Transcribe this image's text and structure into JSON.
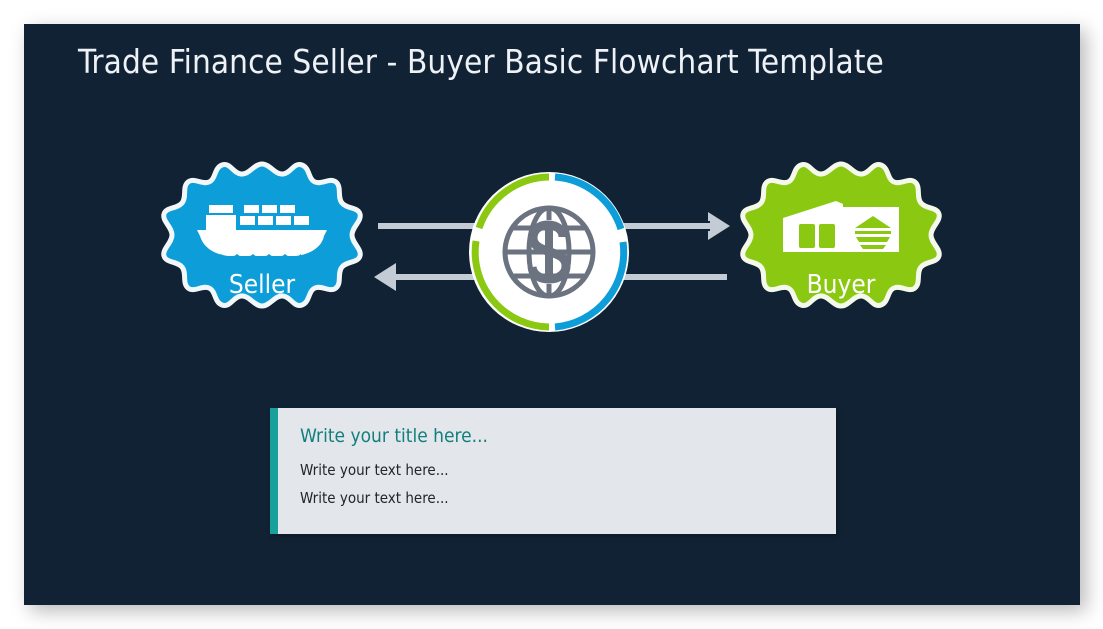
{
  "slide": {
    "title": "Trade Finance Seller - Buyer Basic Flowchart Template",
    "background_color": "#102233",
    "canvas_color": "#ffffff"
  },
  "palette": {
    "navy": "#102233",
    "blue": "#0d9dd8",
    "green": "#8bc812",
    "teal": "#18a09b",
    "teal_text": "#127f7c",
    "arrow_gray": "#c3ccd4",
    "globe_gray": "#6b7280",
    "box_gray": "#e3e7ec",
    "title_white": "#eef2f6"
  },
  "nodes": [
    {
      "id": "seller",
      "label": "Seller",
      "color": "#0d9dd8",
      "icon": "cargo-ship-icon",
      "shape": "scalloped-badge"
    },
    {
      "id": "hub",
      "label": "",
      "color": "#ffffff",
      "icon": "globe-dollar-icon",
      "shape": "split-ring-circle",
      "ring_left_color": "#8bc812",
      "ring_right_color": "#0d9dd8"
    },
    {
      "id": "buyer",
      "label": "Buyer",
      "color": "#8bc812",
      "icon": "warehouse-icon",
      "shape": "scalloped-badge"
    }
  ],
  "connectors": [
    {
      "id": "seller-to-buyer",
      "direction": "right",
      "from": "seller",
      "to": "buyer",
      "color": "#c3ccd4"
    },
    {
      "id": "buyer-to-seller",
      "direction": "left",
      "from": "buyer",
      "to": "seller",
      "color": "#c3ccd4"
    }
  ],
  "textbox": {
    "title": "Write your title here...",
    "lines": [
      "Write your text here...",
      "Write your text here..."
    ],
    "accent_color": "#18a09b",
    "background_color": "#e3e7ec"
  }
}
